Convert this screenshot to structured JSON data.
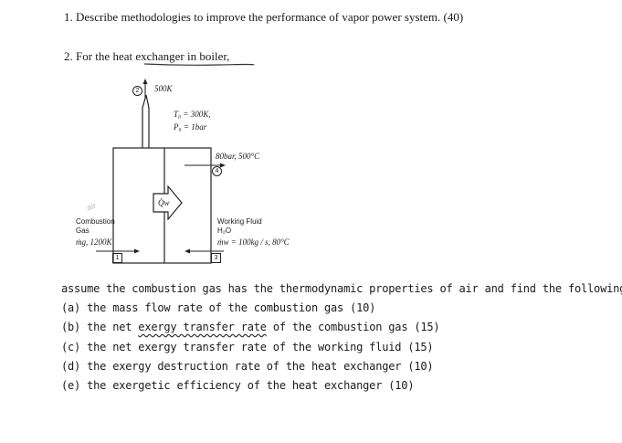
{
  "questions": {
    "q1": "1. Describe methodologies to improve the performance of vapor power system. (40)",
    "q2": "2. For the heat exchanger in boiler,"
  },
  "diagram": {
    "stack_temp": "500K",
    "ambient_temp": "T₀ = 300K,",
    "ambient_pressure": "P₀ = 1bar",
    "steam_out": "80bar, 500°C",
    "heat_label": "Q̇w",
    "combustion_title": "Combustion",
    "combustion_gas": "Gas",
    "combustion_in": "ṁg, 1200K",
    "fluid_title": "Working Fluid",
    "fluid_species": "H₂O",
    "fluid_in": "ṁw = 100kg / s, 80°C",
    "state1": "1",
    "state2": "2",
    "state3": "3",
    "state4": "4",
    "margin_note": "air"
  },
  "assume": {
    "before": "assume the combustion gas has the thermodynamic properties of ",
    "highlight": "air",
    "after": " and find the followings"
  },
  "items": {
    "a": "(a) the mass flow rate of the combustion gas (10)",
    "b_pre": "(b) the net ",
    "b_mid": "exergy transfer rate",
    "b_post": " of the combustion gas (15)",
    "c": "(c) the net exergy transfer rate of the working fluid (15)",
    "d": "(d) the exergy destruction rate of the heat exchanger (10)",
    "e": "(e) the exergetic efficiency of the heat exchanger (10)"
  }
}
